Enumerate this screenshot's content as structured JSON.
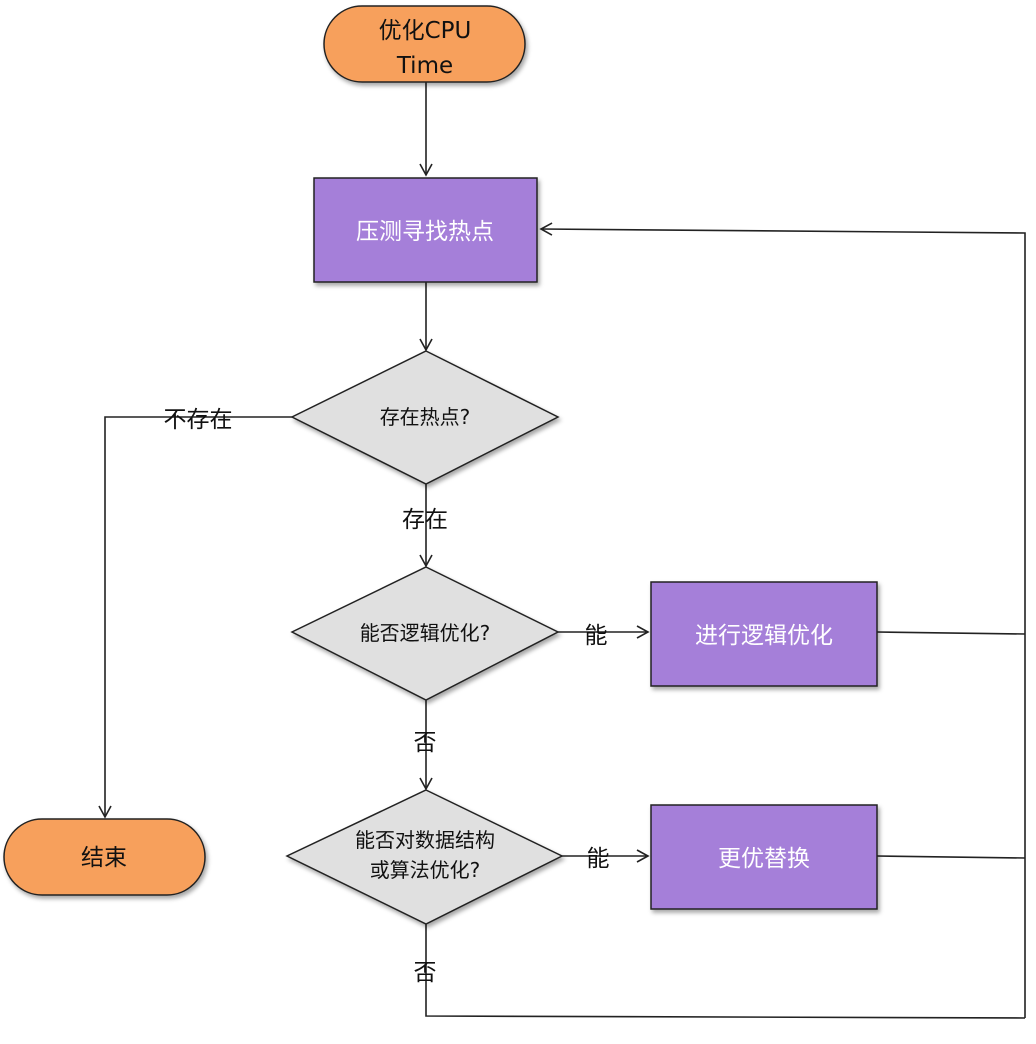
{
  "colors": {
    "terminal": "#f7a05b",
    "process": "#a57fd9",
    "decision": "#e0e0e0",
    "stroke": "#222222"
  },
  "nodes": {
    "start": {
      "line1": "优化CPU",
      "line2": "Time"
    },
    "profile": {
      "label": "压测寻找热点"
    },
    "hotspot": {
      "label": "存在热点?"
    },
    "logic_q": {
      "label": "能否逻辑优化?"
    },
    "logic_do": {
      "label": "进行逻辑优化"
    },
    "algo_q": {
      "line1": "能否对数据结构",
      "line2": "或算法优化?"
    },
    "algo_do": {
      "label": "更优替换"
    },
    "end": {
      "label": "结束"
    }
  },
  "edges": {
    "not_exist": "不存在",
    "exist": "存在",
    "logic_yes": "能",
    "logic_no": "否",
    "algo_yes": "能",
    "algo_no": "否"
  }
}
